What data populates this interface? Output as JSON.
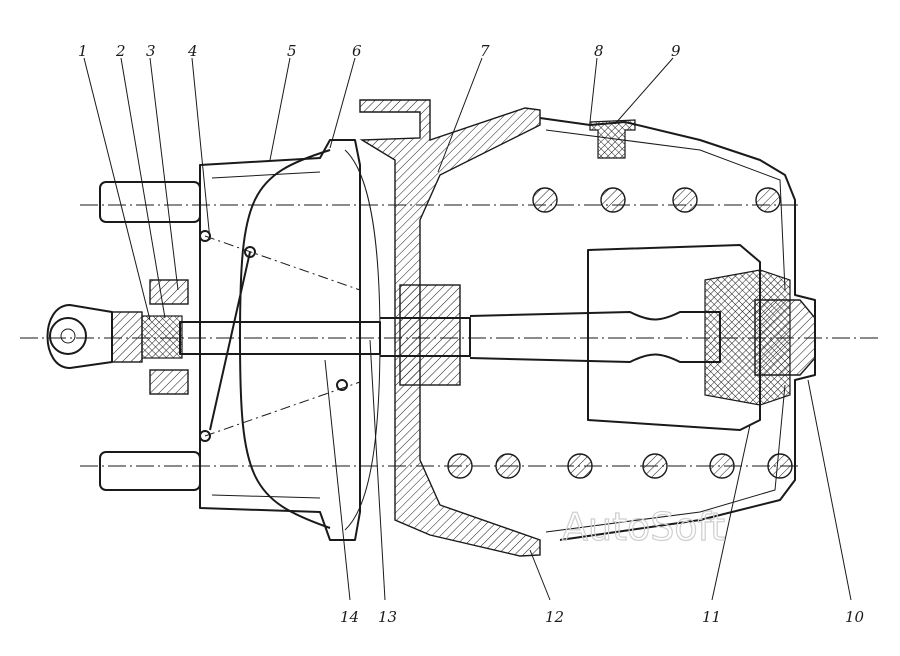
{
  "watermark": "AutoSoft",
  "callouts": [
    {
      "num": "1"
    },
    {
      "num": "2"
    },
    {
      "num": "3"
    },
    {
      "num": "4"
    },
    {
      "num": "5"
    },
    {
      "num": "6"
    },
    {
      "num": "7"
    },
    {
      "num": "8"
    },
    {
      "num": "9"
    },
    {
      "num": "10"
    },
    {
      "num": "11"
    },
    {
      "num": "12"
    },
    {
      "num": "13"
    },
    {
      "num": "14"
    }
  ]
}
